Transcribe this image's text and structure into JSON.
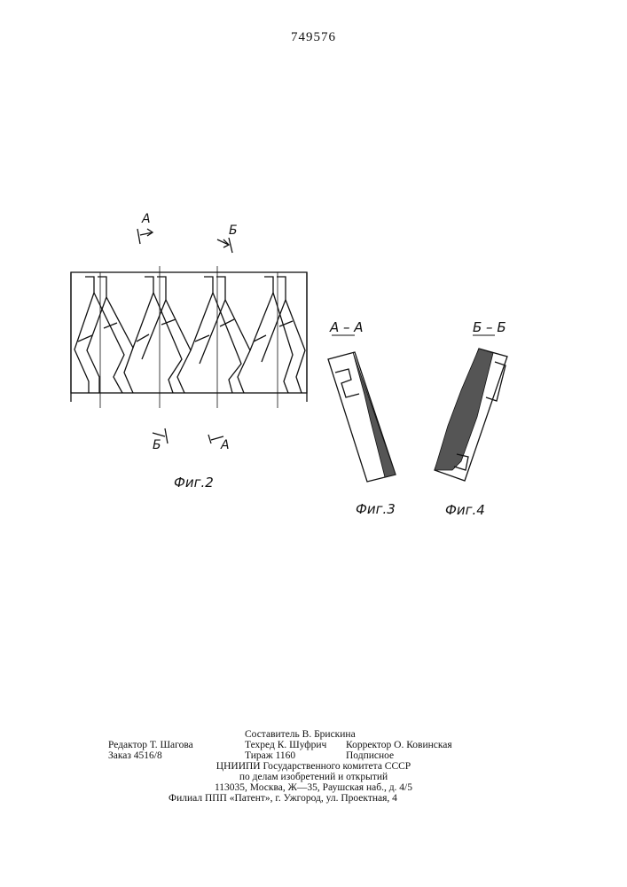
{
  "patent_number": "749576",
  "figures": {
    "fig2": {
      "caption": "Фиг.2",
      "section_marks": {
        "a_top": "А",
        "b_top": "Б",
        "b_bottom": "Б",
        "a_bottom": "А"
      }
    },
    "fig3": {
      "section_label": "А – А",
      "caption": "Фиг.3"
    },
    "fig4": {
      "section_label": "Б – Б",
      "caption": "Фиг.4"
    }
  },
  "imprint": {
    "compiler": "Составитель В. Брискина",
    "editor": "Редактор Т. Шагова",
    "tech_editor": "Техред К. Шуфрич",
    "corrector": "Корректор О. Ковинская",
    "order": "Заказ 4516/8",
    "circulation": "Тираж 1160",
    "subscription": "Подписное",
    "org_line1": "ЦНИИПИ  Государственного  комитета  СССР",
    "org_line2": "по  делам  изобретений  и  открытий",
    "address": "113035,  Москва,  Ж—35,  Раушская  наб.,  д.  4/5",
    "branch": "Филиал  ППП  «Патент»,  г.  Ужгород,  ул.  Проектная,  4"
  }
}
